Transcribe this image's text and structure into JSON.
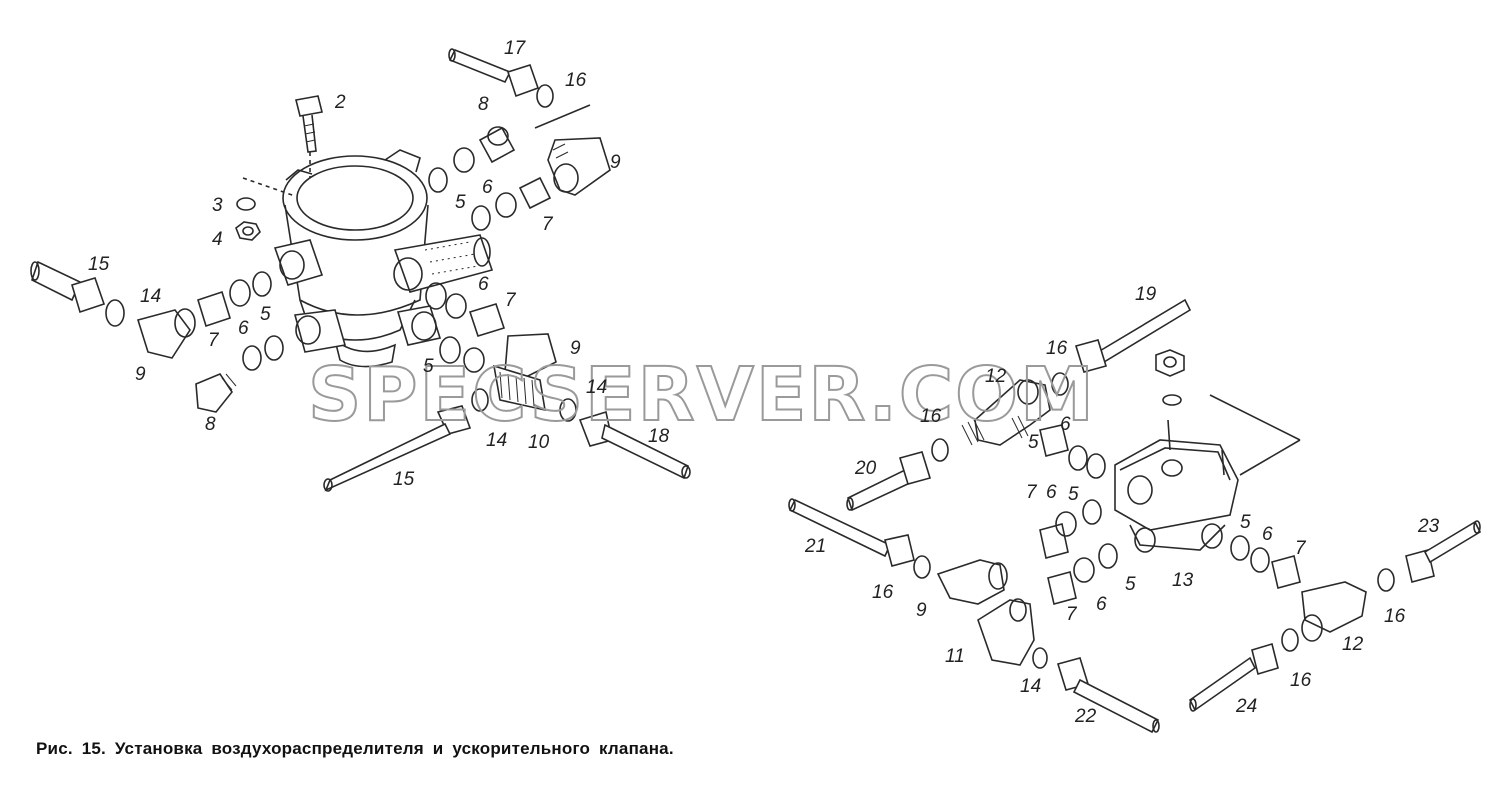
{
  "caption": "Рис. 15. Установка воздухораспределителя и ускорительного клапана.",
  "watermark": "SPECSERVER.COM",
  "labels": {
    "l1_2": "2",
    "l1_3": "3",
    "l1_4": "4",
    "l1_5a": "5",
    "l1_6a": "6",
    "l1_7a": "7",
    "l1_8a": "8",
    "l1_9a": "9",
    "l1_16a": "16",
    "l1_17": "17",
    "l1_15a": "15",
    "l1_14a": "14",
    "l1_9b": "9",
    "l1_7b": "7",
    "l1_6b": "6",
    "l1_5b": "5",
    "l1_8b": "8",
    "l1_6c": "6",
    "l1_7c": "7",
    "l1_9c": "9",
    "l1_5c": "5",
    "l1_14b": "14",
    "l1_14c": "14",
    "l1_10": "10",
    "l1_15b": "15",
    "l1_18": "18",
    "r_19": "19",
    "r_16a": "16",
    "r_12a": "12",
    "r_16b": "16",
    "r_20": "20",
    "r_6a": "6",
    "r_5a": "5",
    "r_7a": "7",
    "r_6b": "6",
    "r_5b": "5",
    "r_21": "21",
    "r_16c": "16",
    "r_9": "9",
    "r_11": "11",
    "r_14": "14",
    "r_22": "22",
    "r_7b": "7",
    "r_6c": "6",
    "r_5c": "5",
    "r_13": "13",
    "r_5d": "5",
    "r_6d": "6",
    "r_7c": "7",
    "r_23": "23",
    "r_16d": "16",
    "r_12b": "12",
    "r_16e": "16",
    "r_24": "24"
  }
}
